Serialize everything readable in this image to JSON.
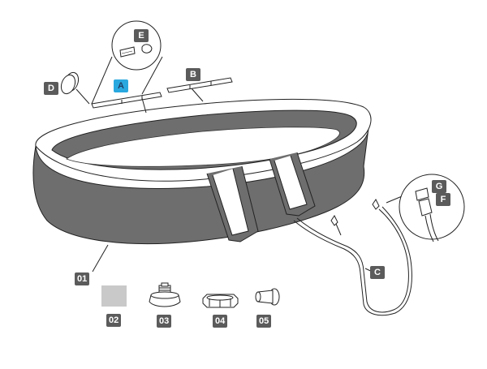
{
  "colors": {
    "badge_bg": "#5b5b5b",
    "badge_text": "#ffffff",
    "accent_bg": "#29a8df",
    "accent_text": "#1e3f66",
    "liner": "#6e6e6e",
    "swatch": "#c9c9c9"
  },
  "parts": {
    "a": "A",
    "b": "B",
    "c": "C",
    "d": "D",
    "e": "E",
    "f": "F",
    "g": "G",
    "p01": "01",
    "p02": "02",
    "p03": "03",
    "p04": "04",
    "p05": "05"
  }
}
